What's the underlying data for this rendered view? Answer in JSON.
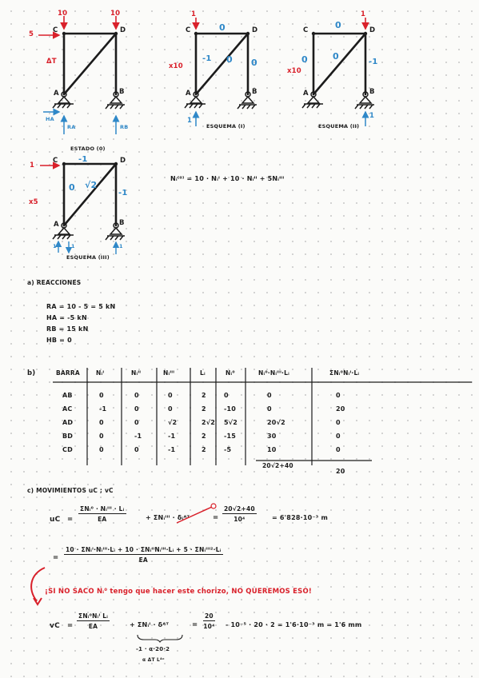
{
  "diagrams": {
    "estado0": {
      "label": "ESTADO (0)",
      "node_c": "C",
      "node_d": "D",
      "node_a": "A",
      "node_b": "B",
      "load_c": "10",
      "load_d": "10",
      "load_h": "5",
      "dt": "ΔT",
      "ha": "HA",
      "ra": "RA",
      "rb": "RB"
    },
    "esquema1": {
      "label": "ESQUEMA (I)",
      "node_c": "C",
      "node_d": "D",
      "node_a": "A",
      "node_b": "B",
      "load_c": "1",
      "mult": "x10",
      "top": "0",
      "diag": "-1",
      "right": "0",
      "react": "1"
    },
    "esquema2": {
      "label": "ESQUEMA (II)",
      "node_c": "C",
      "node_d": "D",
      "node_a": "A",
      "node_b": "B",
      "load_d": "1",
      "mult": "x10",
      "top": "0",
      "diag": "0",
      "left": "0",
      "right": "-1",
      "react": "1"
    },
    "esquema3": {
      "label": "ESQUEMA (III)",
      "node_c": "C",
      "node_d": "D",
      "node_a": "A",
      "node_b": "B",
      "load_h": "1",
      "mult": "x5",
      "top": "-1",
      "left": "0",
      "diag": "√2",
      "right": "-1",
      "react_a": "1",
      "react_a2": "1",
      "react_b": "1"
    }
  },
  "superposition_formula": "Nᵢ⁽⁰⁾ = 10 · Nᵢᴵ + 10 · Nᵢᴵᴵ + 5Nᵢᴵᴵᴵ",
  "section_a": {
    "title": "a) REACCIONES",
    "lines": [
      "RA = 10 - 5 = 5 kN",
      "HA = -5 kN",
      "RB = 15 kN",
      "HB = 0"
    ]
  },
  "section_b": {
    "label": "b)",
    "headers": [
      "BARRA",
      "Nᵢᴵ",
      "Nᵢᴵᴵ",
      "Nᵢᴵᴵᴵ",
      "Lᵢ",
      "Nᵢ⁰",
      "Nᵢ⁰·Nᵢᴵᴵᴵ·Lᵢ",
      "ΣNᵢ⁰Nᵢᴵ·Lᵢ"
    ],
    "rows": [
      [
        "AB",
        "0",
        "0",
        "0",
        "2",
        "0",
        "0",
        "0"
      ],
      [
        "AC",
        "-1",
        "0",
        "0",
        "2",
        "-10",
        "0",
        "20"
      ],
      [
        "AD",
        "0",
        "0",
        "√2",
        "2√2",
        "5√2",
        "20√2",
        "0"
      ],
      [
        "BD",
        "0",
        "-1",
        "-1",
        "2",
        "-15",
        "30",
        "0"
      ],
      [
        "CD",
        "0",
        "0",
        "-1",
        "2",
        "-5",
        "10",
        "0"
      ]
    ],
    "total_col7": "20√2+40",
    "total_col8": "20"
  },
  "section_c": {
    "title": "c) MOVIMIENTOS uC ; vC",
    "uc_label": "uC",
    "uc_eq": "=",
    "uc_num1": "ΣNᵢ⁰ · Nᵢᴵᴵᴵ · Lᵢ",
    "uc_den1": "EA",
    "uc_plus": "+ ΣNᵢᴵᴵᴵ · δᵢᴬᵀ",
    "uc_eq2": "=",
    "uc_num2": "20√2+40",
    "uc_den2": "10⁴",
    "uc_result": "= 6'828·10⁻³ m",
    "expand_eq": "=",
    "expand_num": "10 · ΣNᵢᴵ·Nᵢᴵᴵᴵ·Lᵢ + 10 · ΣNᵢᴵᴵNᵢᴵᴵᴵ·Lᵢ + 5 · ΣNᵢᴵᴵᴵ²·Lᵢ",
    "expand_den": "EA",
    "note": "¡SI NO SACO Nᵢ⁰ tengo que hacer este chorizo, NO QUEREMOS ESO!",
    "vc_label": "vC",
    "vc_eq": "=",
    "vc_num1": "ΣNᵢ⁰Nᵢᴵ Lᵢ",
    "vc_den1": "EA",
    "vc_plus": "+ ΣNᵢᴵ · δᴬᵀ",
    "vc_under": "-1 · α·20·2",
    "vc_under2": "α ΔT Lᴬᶜ",
    "vc_eq2": "=",
    "vc_num2": "20",
    "vc_den2": "10⁴",
    "vc_result": "- 10⁻⁵ · 20 · 2 = 1'6·10⁻³ m = 1'6 mm"
  },
  "colors": {
    "ink": "#1c1c1c",
    "red": "#d9202a",
    "blue": "#2f88c8"
  }
}
